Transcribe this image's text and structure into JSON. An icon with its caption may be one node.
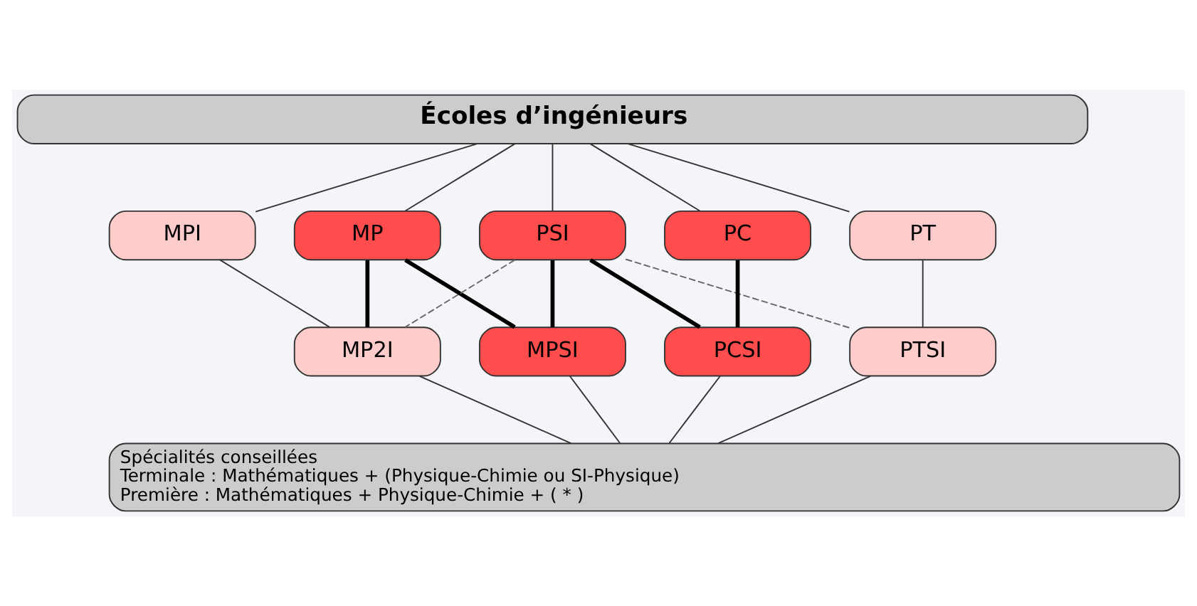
{
  "diagram": {
    "nodes": [
      {
        "text": [
          "Écoles d’ingénieurs"
        ]
      },
      {
        "text": [
          "MPI"
        ]
      },
      {
        "text": [
          "MP"
        ]
      },
      {
        "text": [
          "PSI"
        ]
      },
      {
        "text": [
          "PC"
        ]
      },
      {
        "text": [
          "PT"
        ]
      },
      {
        "text": [
          "MP2I"
        ]
      },
      {
        "text": [
          "MPSI"
        ]
      },
      {
        "text": [
          "PCSI"
        ]
      },
      {
        "text": [
          "PTSI"
        ]
      },
      {
        "text": [
          "Spécialités conseillées",
          "Terminale : Mathématiques + (Physique-Chimie ou SI-Physique)",
          "Première : Mathématiques + Physique-Chimie + ( * )"
        ]
      }
    ],
    "edges": [
      {
        "from": 0,
        "to": 1,
        "arrow": "none"
      },
      {
        "from": 0,
        "to": 2,
        "arrow": "none"
      },
      {
        "from": 0,
        "to": 3,
        "arrow": "none"
      },
      {
        "from": 0,
        "to": 4,
        "arrow": "none"
      },
      {
        "from": 0,
        "to": 5,
        "arrow": "none"
      },
      {
        "from": 1,
        "to": 6,
        "arrow": "none"
      },
      {
        "from": 2,
        "to": 6,
        "arrow": "none",
        "style": "thick"
      },
      {
        "from": 2,
        "to": 7,
        "arrow": "none",
        "style": "thick"
      },
      {
        "from": 3,
        "to": 6,
        "arrow": "none",
        "style": "dashed",
        "color": "#666666"
      },
      {
        "from": 3,
        "to": 7,
        "arrow": "none",
        "style": "thick"
      },
      {
        "from": 3,
        "to": 8,
        "arrow": "none",
        "style": "thick"
      },
      {
        "from": 3,
        "to": 9,
        "arrow": "none",
        "style": "dashed",
        "color": "#666666"
      },
      {
        "from": 4,
        "to": 8,
        "arrow": "none",
        "style": "thick"
      },
      {
        "from": 5,
        "to": 9,
        "arrow": "none"
      },
      {
        "from": 6,
        "to": 10,
        "arrow": "none"
      },
      {
        "from": 7,
        "to": 10,
        "arrow": "none"
      },
      {
        "from": 8,
        "to": 10,
        "arrow": "none"
      },
      {
        "from": 9,
        "to": 10,
        "arrow": "none"
      }
    ]
  }
}
